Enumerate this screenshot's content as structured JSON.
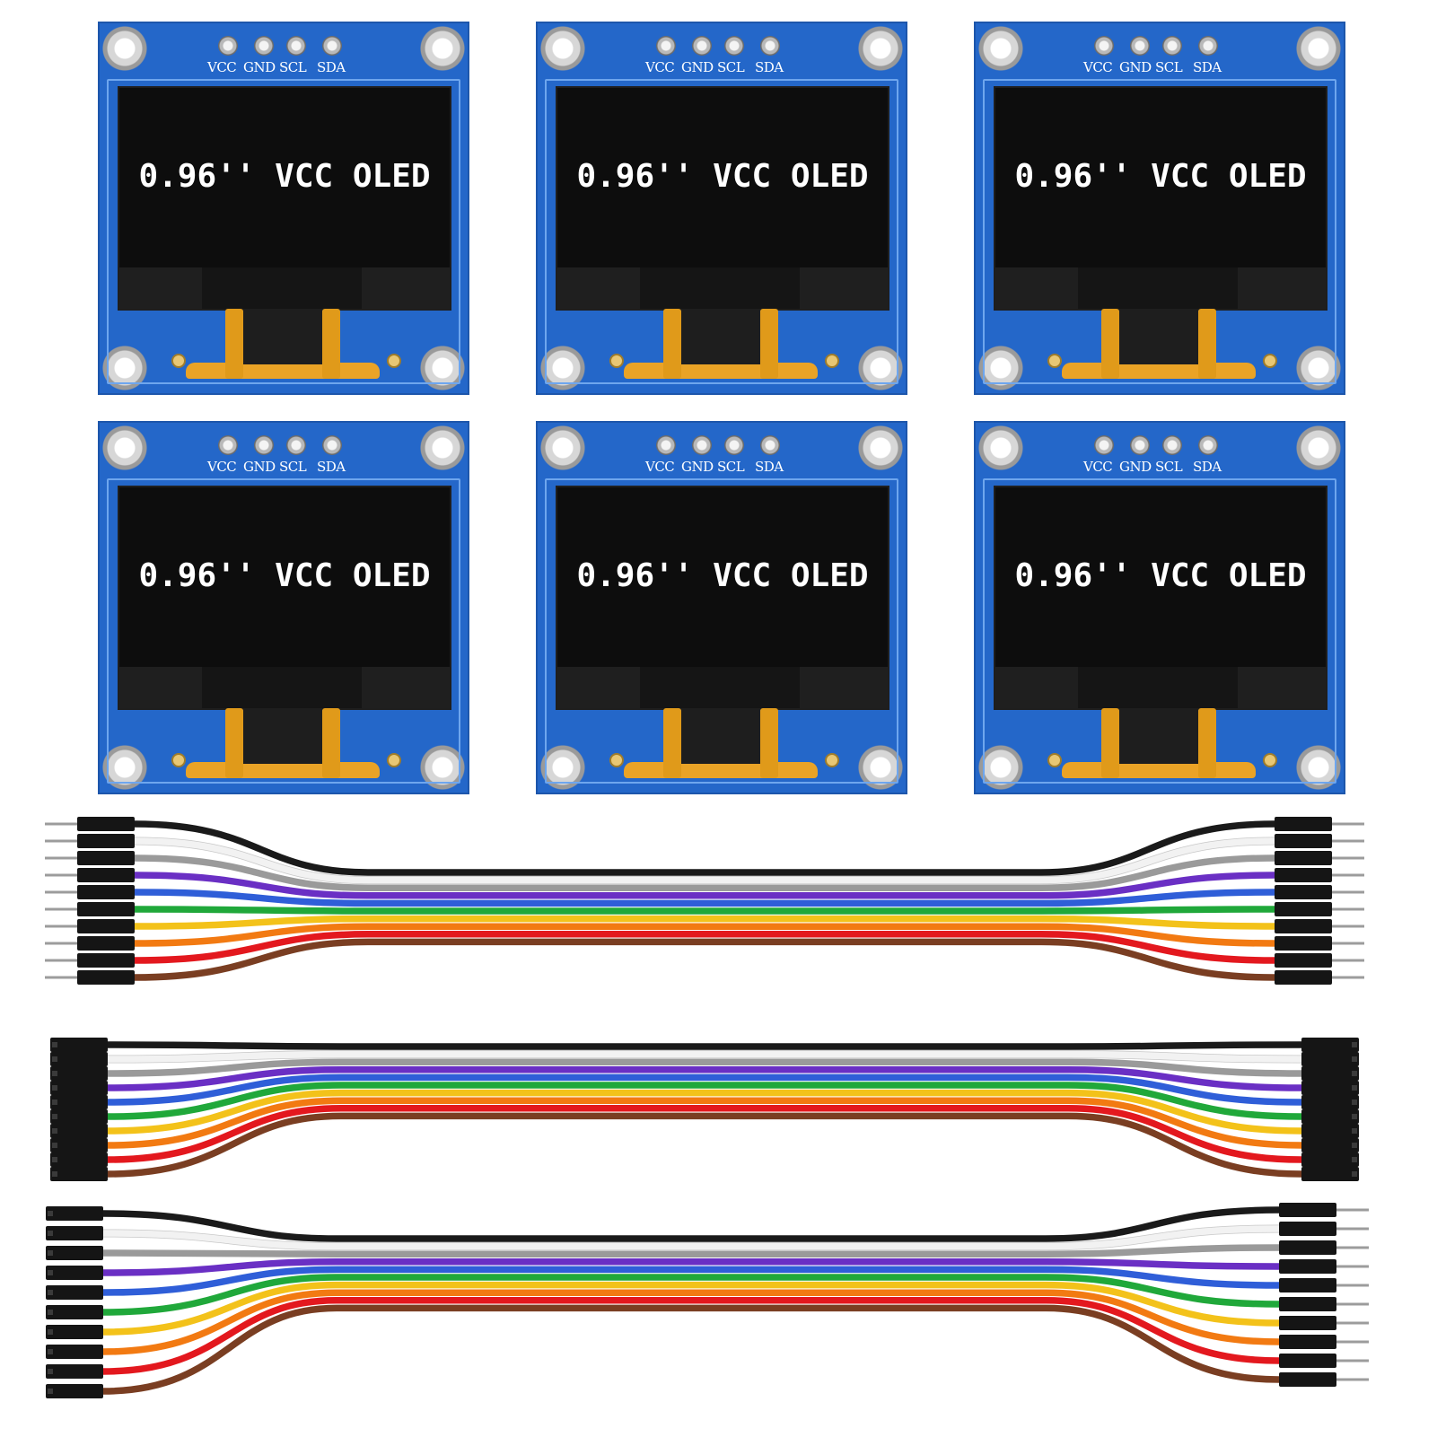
{
  "modules": [
    {
      "screen_text": "0.96'' VCC OLED",
      "pins": [
        "VCC",
        "GND",
        "SCL",
        "SDA"
      ]
    },
    {
      "screen_text": "0.96'' VCC OLED",
      "pins": [
        "VCC",
        "GND",
        "SCL",
        "SDA"
      ]
    },
    {
      "screen_text": "0.96'' VCC OLED",
      "pins": [
        "VCC",
        "GND",
        "SCL",
        "SDA"
      ]
    },
    {
      "screen_text": "0.96'' VCC OLED",
      "pins": [
        "VCC",
        "GND",
        "SCL",
        "SDA"
      ]
    },
    {
      "screen_text": "0.96'' VCC OLED",
      "pins": [
        "VCC",
        "GND",
        "SCL",
        "SDA"
      ]
    },
    {
      "screen_text": "0.96'' VCC OLED",
      "pins": [
        "VCC",
        "GND",
        "SCL",
        "SDA"
      ]
    }
  ],
  "colors": {
    "pcb": "#2467c9",
    "screen": "#0d0d0d",
    "flex_cable": "#e09a1a",
    "wires": [
      "#1a1a1a",
      "#ffffff",
      "#9a9a9a",
      "#6a2fc4",
      "#2f5ed8",
      "#20a83a",
      "#f3c21a",
      "#f27a12",
      "#e3181e",
      "#7a3e22"
    ]
  },
  "cables": [
    {
      "type": "male-to-male",
      "wire_count": 10
    },
    {
      "type": "female-to-female",
      "wire_count": 10
    },
    {
      "type": "female-to-male",
      "wire_count": 10
    }
  ]
}
